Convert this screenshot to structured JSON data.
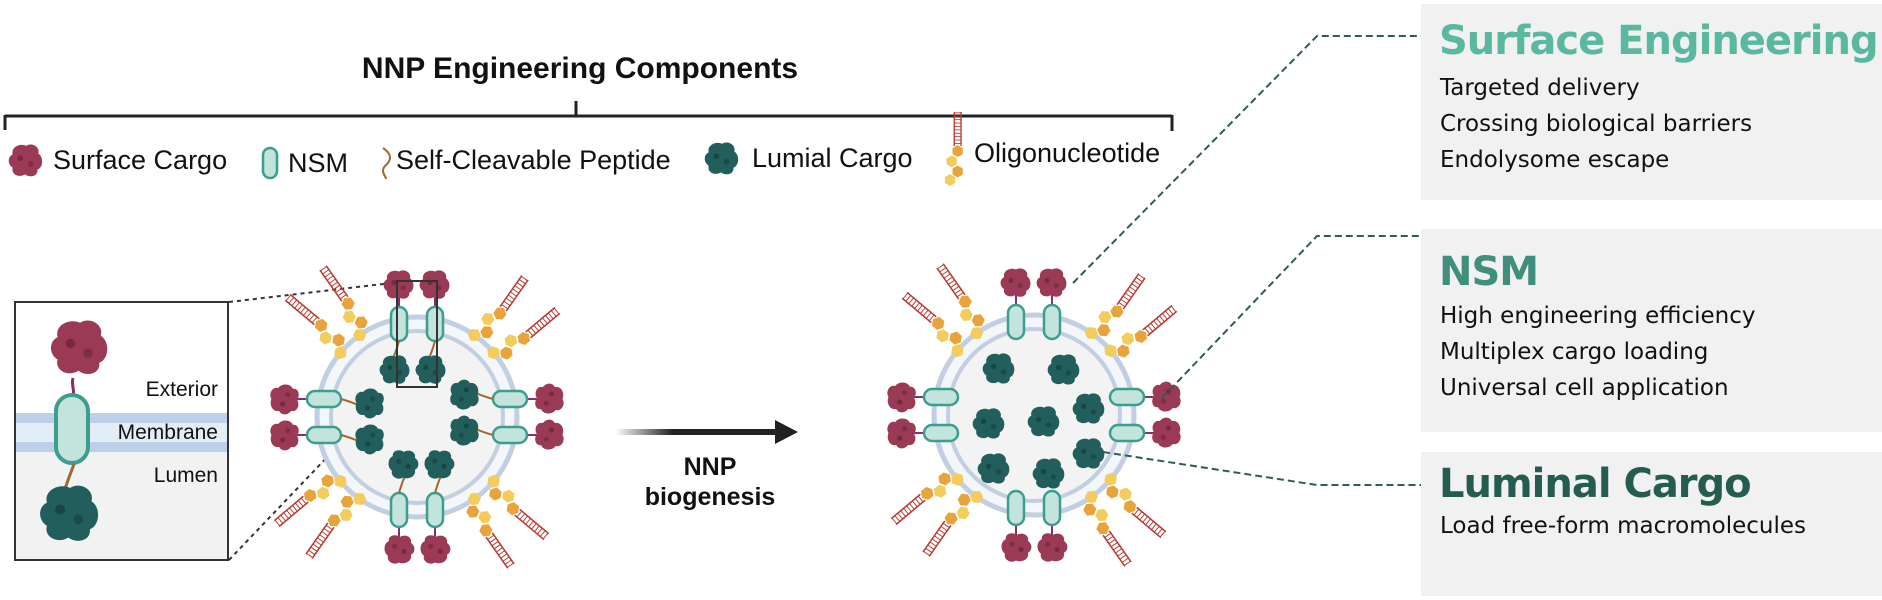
{
  "header": {
    "title": "NNP Engineering Components"
  },
  "legend": {
    "items": [
      {
        "label": "Surface Cargo",
        "icon": "surface-cargo-icon",
        "color": "#9b3a55"
      },
      {
        "label": "NSM",
        "icon": "nsm-capsule-icon",
        "color": "#3c9e8f"
      },
      {
        "label": "Self-Cleavable Peptide",
        "icon": "peptide-linker-icon",
        "color": "#a06a2a"
      },
      {
        "label": "Lumial Cargo",
        "icon": "luminal-cargo-icon",
        "color": "#215e5c"
      },
      {
        "label": "Oligonucleotide",
        "icon": "oligonucleotide-icon",
        "color": "#b83a32"
      }
    ]
  },
  "inset": {
    "labels": {
      "exterior": "Exterior",
      "membrane": "Membrane",
      "lumen": "Lumen"
    }
  },
  "process": {
    "arrow_label_line1": "NNP",
    "arrow_label_line2": "biogenesis"
  },
  "panels": [
    {
      "title": "Surface Engineering",
      "title_color": "#5bb8a0",
      "items": [
        "Targeted delivery",
        "Crossing biological barriers",
        "Endolysome escape"
      ]
    },
    {
      "title": "NSM",
      "title_color": "#3f8f7c",
      "items": [
        "High engineering efficiency",
        "Multiplex cargo loading",
        "Universal cell application"
      ]
    },
    {
      "title": "Luminal Cargo",
      "title_color": "#245c4f",
      "items": [
        "Load free-form macromolecules"
      ]
    }
  ],
  "colors": {
    "surface_cargo": "#9b3a55",
    "nsm_fill": "#c3e3dd",
    "nsm_stroke": "#3c9e8f",
    "luminal_cargo": "#215e5c",
    "hex_dark": "#e8a33a",
    "hex_light": "#f3cc5b",
    "ladder": "#b83a32",
    "membrane": "#c2cfe0",
    "leader_line": "#2e5e4e"
  }
}
